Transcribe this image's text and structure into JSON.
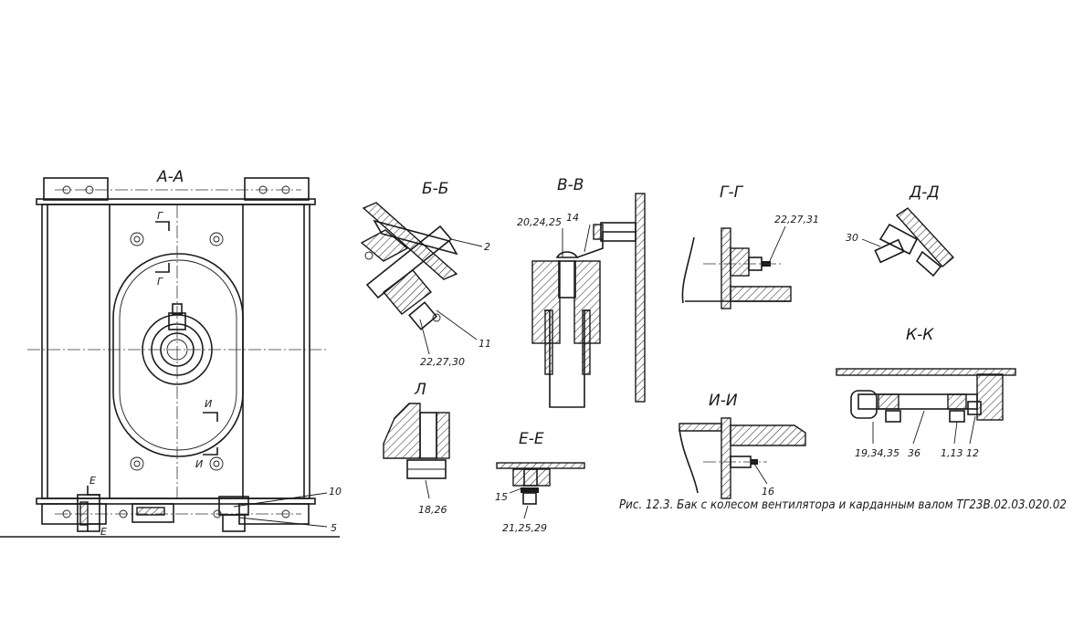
{
  "sections": {
    "aa": "А-А",
    "bb": "Б-Б",
    "vv": "В-В",
    "gg": "Г-Г",
    "dd": "Д-Д",
    "kk": "К-К",
    "ii": "И-И",
    "l": "Л",
    "ee": "Е-Е"
  },
  "markers": {
    "g": "Г",
    "i": "И",
    "e": "Е"
  },
  "callouts": {
    "aa_10": "10",
    "aa_5": "5",
    "bb_2": "2",
    "bb_11": "11",
    "bb_222730": "22,27,30",
    "vv_20242": "20,24,25",
    "vv_14": "14",
    "gg_222731": "22,27,31",
    "dd_30": "30",
    "kk_193435": "19,34,35",
    "kk_36": "36",
    "kk_113": "1,13",
    "kk_12": "12",
    "l_1826": "18,26",
    "ee_15": "15",
    "ee_212529": "21,25,29",
    "ii_16": "16"
  },
  "caption": "Рис. 12.3. Бак с колесом вентилятора и карданным валом ТГ23В.02.03.020.02"
}
